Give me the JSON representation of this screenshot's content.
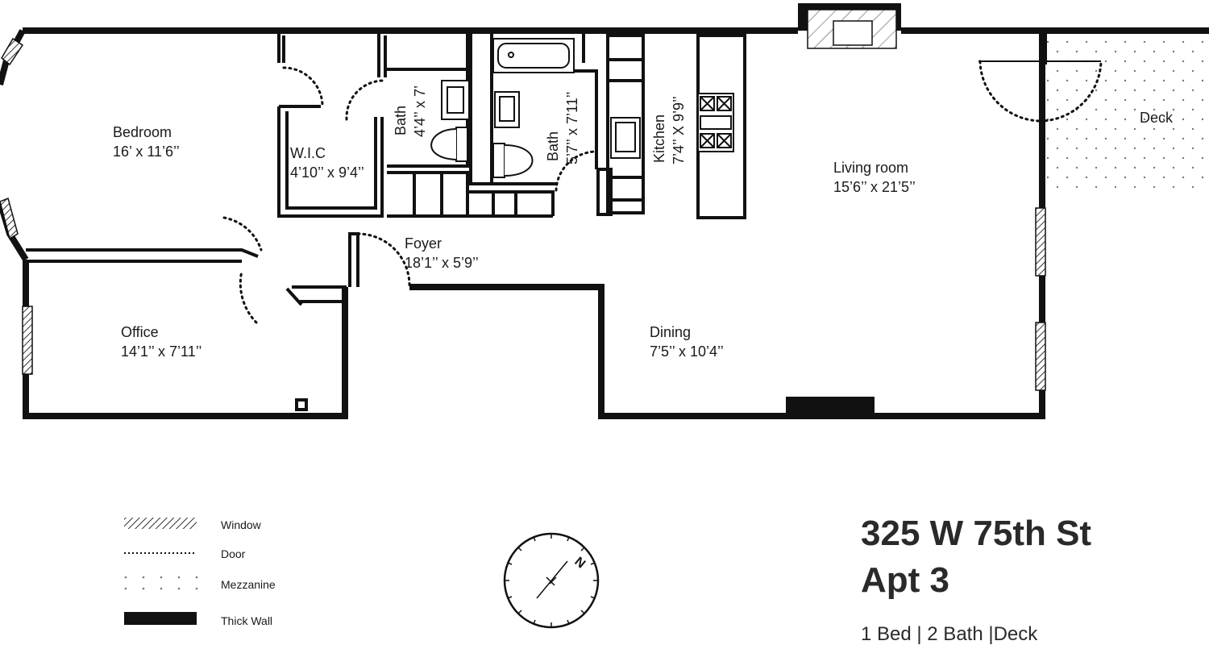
{
  "rooms": {
    "bedroom": {
      "name": "Bedroom",
      "size": "16’ x 11’6’’"
    },
    "wic": {
      "name": "W.I.C",
      "size": "4’10’’ x 9’4’’"
    },
    "bath1": {
      "name": "Bath",
      "size": "4’4’’ x 7’"
    },
    "bath2": {
      "name": "Bath",
      "size": "5’7’’ x 7’11’’"
    },
    "kitchen": {
      "name": "Kitchen",
      "size": "7’4’’ X 9’9’’"
    },
    "living": {
      "name": "Living room",
      "size": "15’6’’ x 21’5’’"
    },
    "deck": {
      "name": "Deck"
    },
    "foyer": {
      "name": "Foyer",
      "size": "18’1’’ x 5’9’’"
    },
    "office": {
      "name": "Office",
      "size": "14’1’’ x 7’11’’"
    },
    "dining": {
      "name": "Dining",
      "size": "7’5’’ x 10’4’’"
    }
  },
  "legend": {
    "window": "Window",
    "door": "Door",
    "mezzanine": "Mezzanine",
    "thick_wall": "Thick Wall"
  },
  "compass": {
    "north_label": "N"
  },
  "address": {
    "line1": "325 W 75th St",
    "line2": "Apt 3",
    "summary": "1 Bed | 2 Bath |Deck"
  },
  "colors": {
    "wall": "#111111",
    "text": "#1a1a1a"
  }
}
